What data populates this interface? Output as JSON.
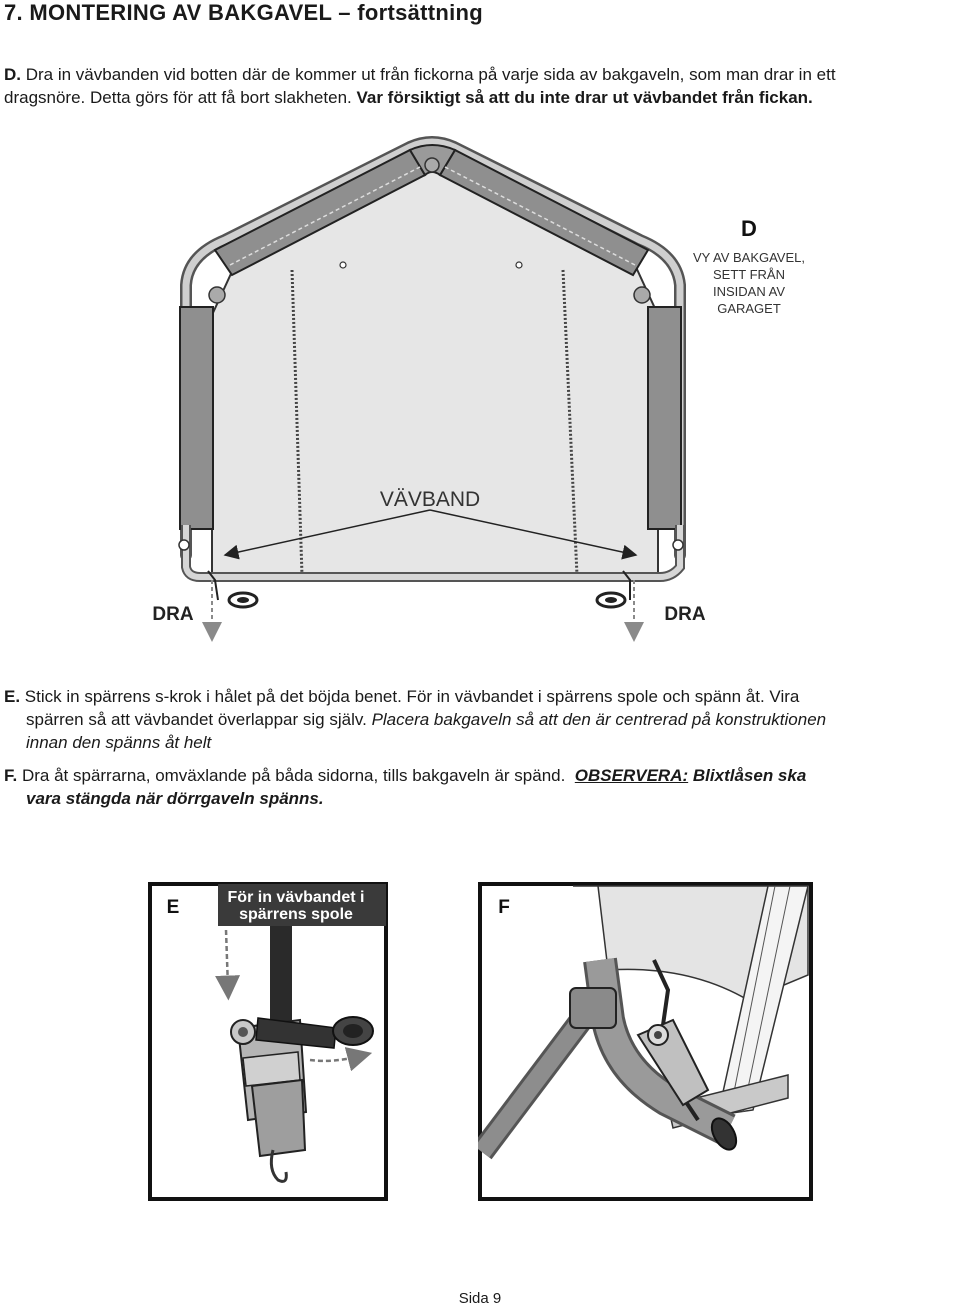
{
  "heading": "7. MONTERING AV BAKGAVEL – fortsättning",
  "step_d": {
    "letter": "D.",
    "text": "Dra in vävbanden vid botten där de kommer ut från fickorna på varje sida av bakgaveln, som man drar in ett",
    "text2": "dragsnöre. Detta görs för att få bort slakheten.",
    "warning": "Var försiktigt så att du inte drar ut vävbandet från fickan."
  },
  "figure_d": {
    "label": "D",
    "view_lines": [
      "VY AV BAKGAVEL,",
      "SETT FRÅN",
      "INSIDAN AV",
      "GARAGET"
    ],
    "strap_label": "VÄVBAND",
    "pull_left": "DRA",
    "pull_right": "DRA"
  },
  "step_e": {
    "letter": "E.",
    "line1": "Stick in spärrens s-krok i hålet på det böjda benet. För in vävbandet i spärrens spole och spänn åt. Vira",
    "line2a": "spärren så att vävbandet överlappar sig själv.",
    "line2b": "Placera bakgaveln så att den är centrerad på konstruktionen",
    "line3": "innan den spänns åt helt"
  },
  "step_f": {
    "letter": "F.",
    "text": "Dra åt spärrarna, omväxlande på båda sidorna, tills bakgaveln är spänd.",
    "observe": "OBSERVERA:",
    "observe_rest": "Blixtlåsen ska",
    "line2": "vara stängda när dörrgaveln spänns."
  },
  "figure_e": {
    "label": "E",
    "callout_line1": "För in vävbandet i",
    "callout_line2": "spärrens spole"
  },
  "figure_f": {
    "label": "F"
  },
  "footer": "Sida 9"
}
